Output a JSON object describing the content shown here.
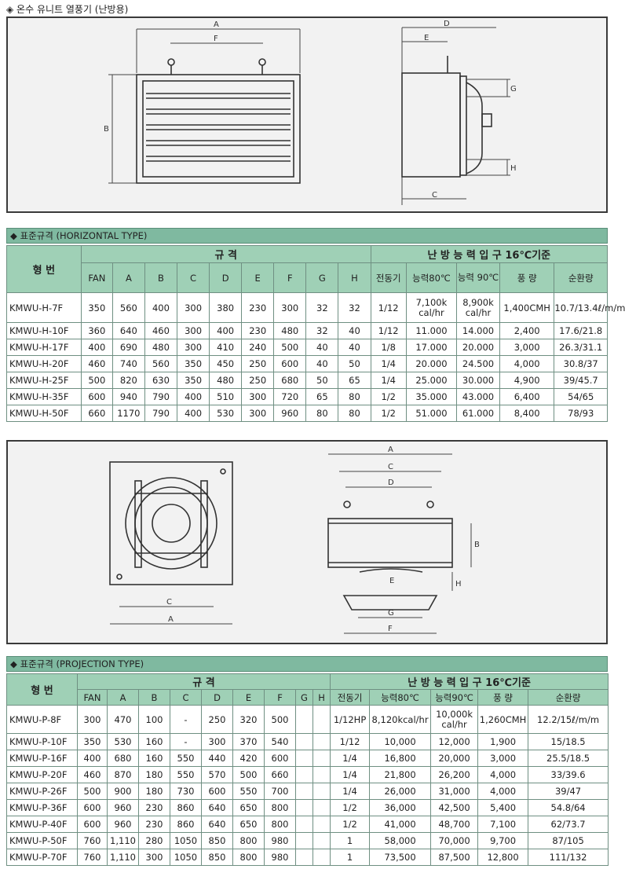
{
  "page_title": "◈ 온수 유니트 열풍기 (난방용)",
  "horizontal": {
    "section_title": "◆ 표준규격 (HORIZONTAL TYPE)",
    "head_model": "형 번",
    "head_spec": "규 격",
    "head_heat": "난 방 능 력 입 구 16℃기준",
    "cols": [
      "FAN",
      "A",
      "B",
      "C",
      "D",
      "E",
      "F",
      "G",
      "H",
      "전동기",
      "능력80℃",
      "능력 90℃",
      "풍 량",
      "순환량"
    ],
    "rows": [
      [
        "KMWU-H-7F",
        "350",
        "560",
        "400",
        "300",
        "380",
        "230",
        "300",
        "32",
        "32",
        "1/12",
        "7,100k cal/hr",
        "8,900k cal/hr",
        "1,400CMH",
        "10.7/13.4ℓ/m/m"
      ],
      [
        "KMWU-H-10F",
        "360",
        "640",
        "460",
        "300",
        "400",
        "230",
        "480",
        "32",
        "40",
        "1/12",
        "11.000",
        "14.000",
        "2,400",
        "17.6/21.8"
      ],
      [
        "KMWU-H-17F",
        "400",
        "690",
        "480",
        "300",
        "410",
        "240",
        "500",
        "40",
        "40",
        "1/8",
        "17.000",
        "20.000",
        "3,000",
        "26.3/31.1"
      ],
      [
        "KMWU-H-20F",
        "460",
        "740",
        "560",
        "350",
        "450",
        "250",
        "600",
        "40",
        "50",
        "1/4",
        "20.000",
        "24.500",
        "4,000",
        "30.8/37"
      ],
      [
        "KMWU-H-25F",
        "500",
        "820",
        "630",
        "350",
        "480",
        "250",
        "680",
        "50",
        "65",
        "1/4",
        "25.000",
        "30.000",
        "4,900",
        "39/45.7"
      ],
      [
        "KMWU-H-35F",
        "600",
        "940",
        "790",
        "400",
        "510",
        "300",
        "720",
        "65",
        "80",
        "1/2",
        "35.000",
        "43.000",
        "6,400",
        "54/65"
      ],
      [
        "KMWU-H-50F",
        "660",
        "1170",
        "790",
        "400",
        "530",
        "300",
        "960",
        "80",
        "80",
        "1/2",
        "51.000",
        "61.000",
        "8,400",
        "78/93"
      ]
    ]
  },
  "projection": {
    "section_title": "◆ 표준규격 (PROJECTION TYPE)",
    "head_model": "형 번",
    "head_spec": "규 격",
    "head_heat": "난 방 능 력 입 구 16℃기준",
    "cols": [
      "FAN",
      "A",
      "B",
      "C",
      "D",
      "E",
      "F",
      "G",
      "H",
      "전동기",
      "능력80℃",
      "능력90℃",
      "풍 량",
      "순환량"
    ],
    "rows": [
      [
        "KMWU-P-8F",
        "300",
        "470",
        "100",
        "-",
        "250",
        "320",
        "500",
        "",
        "",
        "1/12HP",
        "8,120kcal/hr",
        "10,000k cal/hr",
        "1,260CMH",
        "12.2/15ℓ/m/m"
      ],
      [
        "KMWU-P-10F",
        "350",
        "530",
        "160",
        "-",
        "300",
        "370",
        "540",
        "",
        "",
        "1/12",
        "10,000",
        "12,000",
        "1,900",
        "15/18.5"
      ],
      [
        "KMWU-P-16F",
        "400",
        "680",
        "160",
        "550",
        "440",
        "420",
        "600",
        "",
        "",
        "1/4",
        "16,800",
        "20,000",
        "3,000",
        "25.5/18.5"
      ],
      [
        "KMWU-P-20F",
        "460",
        "870",
        "180",
        "550",
        "570",
        "500",
        "660",
        "",
        "",
        "1/4",
        "21,800",
        "26,200",
        "4,000",
        "33/39.6"
      ],
      [
        "KMWU-P-26F",
        "500",
        "900",
        "180",
        "730",
        "600",
        "550",
        "700",
        "",
        "",
        "1/4",
        "26,000",
        "31,000",
        "4,000",
        "39/47"
      ],
      [
        "KMWU-P-36F",
        "600",
        "960",
        "230",
        "860",
        "640",
        "650",
        "800",
        "",
        "",
        "1/2",
        "36,000",
        "42,500",
        "5,400",
        "54.8/64"
      ],
      [
        "KMWU-P-40F",
        "600",
        "960",
        "230",
        "860",
        "640",
        "650",
        "800",
        "",
        "",
        "1/2",
        "41,000",
        "48,700",
        "7,100",
        "62/73.7"
      ],
      [
        "KMWU-P-50F",
        "760",
        "1,110",
        "280",
        "1050",
        "850",
        "800",
        "980",
        "",
        "",
        "1",
        "58,000",
        "70,000",
        "9,700",
        "87/105"
      ],
      [
        "KMWU-P-70F",
        "760",
        "1,110",
        "300",
        "1050",
        "850",
        "800",
        "980",
        "",
        "",
        "1",
        "73,500",
        "87,500",
        "12,800",
        "111/132"
      ]
    ]
  },
  "drawing_labels": {
    "h_front": [
      "A",
      "F",
      "B"
    ],
    "h_side": [
      "D",
      "E",
      "G",
      "H",
      "C"
    ],
    "p_top": [
      "C",
      "A"
    ],
    "p_side": [
      "A",
      "C",
      "D",
      "B",
      "E",
      "H",
      "G",
      "F"
    ]
  }
}
